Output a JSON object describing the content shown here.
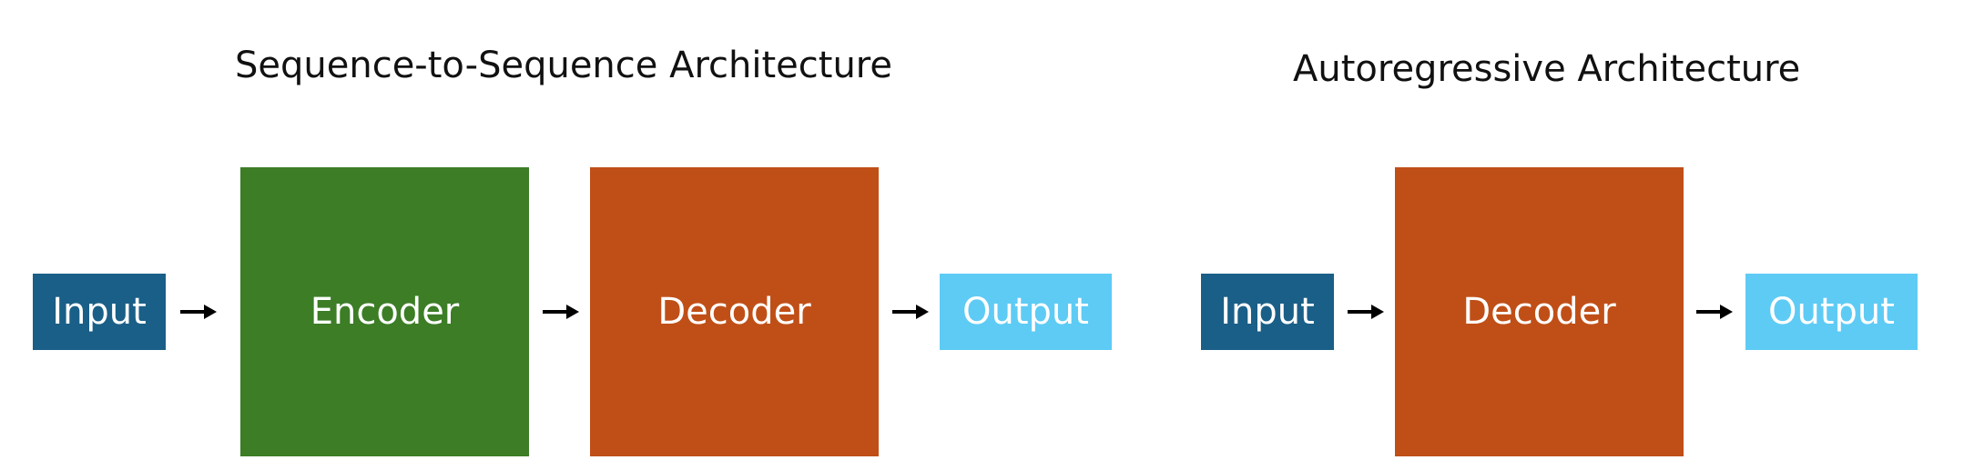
{
  "colors": {
    "input": "#1a5f87",
    "encoder": "#3c7d26",
    "decoder": "#c04f17",
    "output": "#5ecbf5",
    "arrow": "#000000"
  },
  "seq2seq": {
    "title": "Sequence-to-Sequence Architecture",
    "input_label": "Input",
    "encoder_label": "Encoder",
    "decoder_label": "Decoder",
    "output_label": "Output"
  },
  "autoregressive": {
    "title": "Autoregressive Architecture",
    "input_label": "Input",
    "decoder_label": "Decoder",
    "output_label": "Output"
  }
}
